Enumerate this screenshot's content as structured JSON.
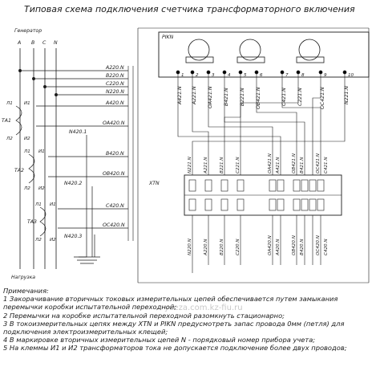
{
  "title": "Типовая схема подключения счетчика трансформаторного включения",
  "labels": {
    "generator": "Генератор",
    "load": "Нагрузка",
    "phases": [
      "A",
      "B",
      "C",
      "N"
    ],
    "ct": [
      "ТА1",
      "ТА2",
      "ТА3"
    ],
    "ct_primary": [
      "Л1",
      "И1"
    ],
    "ct_secondary": [
      "Л2",
      "И2"
    ],
    "meter": "PIKN",
    "block": "XTN"
  },
  "bus_wires": [
    "A220.N",
    "B220.N",
    "C220.N",
    "N220.N",
    "A420.N",
    "OA420.N",
    "N420.1",
    "B420.N",
    "OB420.N",
    "N420.2",
    "C420.N",
    "OC420.N",
    "N420.3"
  ],
  "meter_terminals": [
    "1",
    "2",
    "3",
    "4",
    "5",
    "6",
    "7",
    "8",
    "9",
    "10"
  ],
  "meter_wires": [
    "A421.N",
    "A221.N",
    "OA421.N",
    "B421.N",
    "B221.N",
    "OB421.N",
    "C421.N",
    "C221.N",
    "OC421.N",
    "N221.N"
  ],
  "block_top_wires": [
    "N221.N",
    "A221.N",
    "B221.N",
    "C221.N",
    "OA421.N",
    "A421.N",
    "OB421.N",
    "B421.N",
    "OC421.N",
    "C421.N"
  ],
  "block_bottom_wires": [
    "N220.N",
    "A220.N",
    "B220.N",
    "C220.N",
    "OA420.N",
    "A420.N",
    "OB420.N",
    "B420.N",
    "OC420.N",
    "C420.N"
  ],
  "notes": [
    "Примечания:",
    "1 Закорачивание вторичных  токовых измерительных цепей обеспечивается путем замыкания",
    "перемычки коробки испытательной переходной;",
    "2 Перемычки на коробке испытательной переходной разомкнуть стационарно;",
    "3 В токоизмерительных цепях между XTN и PIKN предусмотреть запас провода 0мм (петля) для",
    "подключения электроизмерительных клещей;",
    "4 В маркировке вторичных измерительных цепей N - порядковый номер прибора учета;",
    "5 На клеммы И1 и И2 трансформаторов тока не допускается подключение более двух проводов;"
  ],
  "watermark": "yceza.com.kz-fiu.ru"
}
